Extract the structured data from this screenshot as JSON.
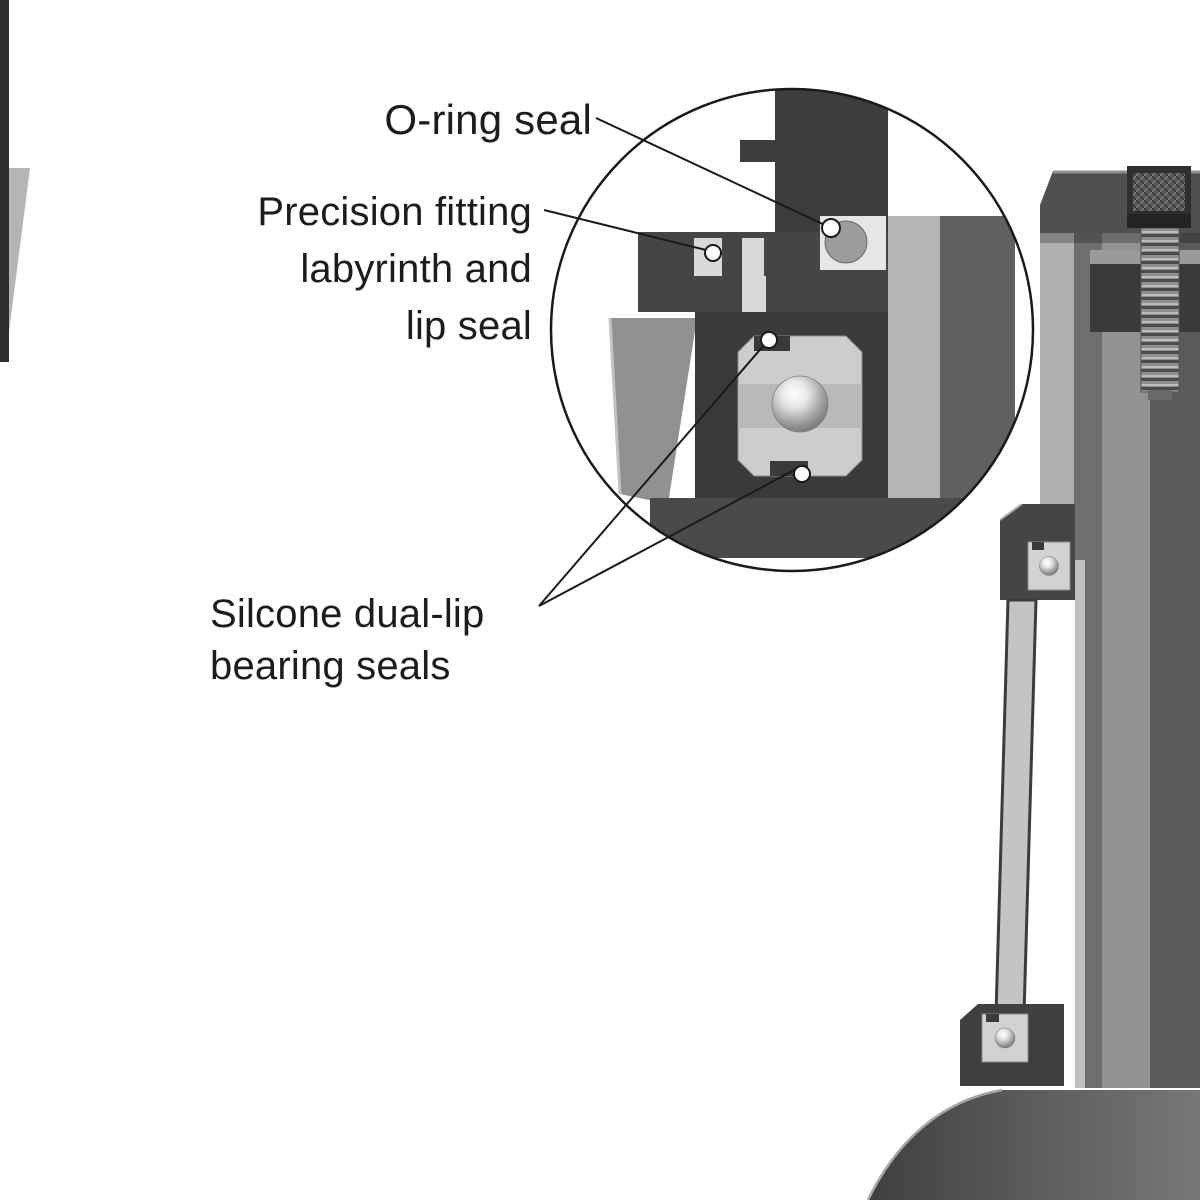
{
  "labels": {
    "oring": {
      "text": "O-ring seal"
    },
    "precision": {
      "line1": "Precision fitting",
      "line2": "labyrinth and",
      "line3": "lip seal"
    },
    "silicone": {
      "line1": "Silcone dual-lip",
      "line2": "bearing seals"
    }
  },
  "palette": {
    "ink": "#1c1c1c",
    "housing_dark": "#3d3d3d",
    "housing_mid": "#8f8f8f",
    "housing_light": "#cdcdcd",
    "background": "#ffffff"
  }
}
